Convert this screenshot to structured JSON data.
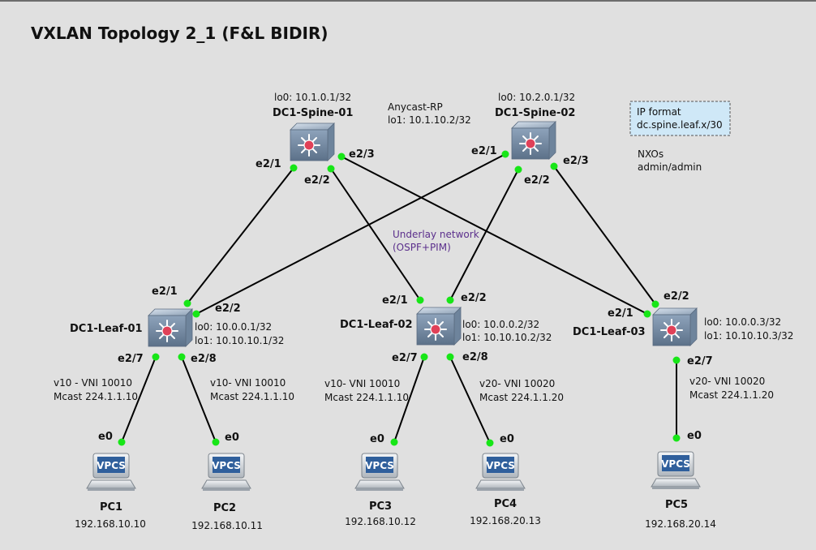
{
  "title": "VXLAN Topology 2_1 (F&L BIDIR)",
  "annotations": {
    "anycast_line1": "Anycast-RP",
    "anycast_line2": "lo1: 10.1.10.2/32",
    "ipformat_line1": "IP format",
    "ipformat_line2": "dc.spine.leaf.x/30",
    "nxos_line1": "NXOs",
    "nxos_line2": "admin/admin",
    "underlay_line1": "Underlay network",
    "underlay_line2": "(OSPF+PIM)"
  },
  "colors": {
    "background": "#e0e0e0",
    "port": "#17e617",
    "underlay": "#5b2f8c",
    "note_bg": "#cfe8f7"
  },
  "spines": [
    {
      "name": "DC1-Spine-01",
      "lo0": "lo0: 10.1.0.1/32",
      "ports": [
        "e2/1",
        "e2/2",
        "e2/3"
      ]
    },
    {
      "name": "DC1-Spine-02",
      "lo0": "lo0: 10.2.0.1/32",
      "ports": [
        "e2/1",
        "e2/2",
        "e2/3"
      ]
    }
  ],
  "leafs": [
    {
      "name": "DC1-Leaf-01",
      "lo0": "lo0: 10.0.0.1/32",
      "lo1": "lo1: 10.10.10.1/32",
      "ports": [
        "e2/1",
        "e2/2",
        "e2/7",
        "e2/8"
      ]
    },
    {
      "name": "DC1-Leaf-02",
      "lo0": "lo0: 10.0.0.2/32",
      "lo1": "lo1: 10.10.10.2/32",
      "ports": [
        "e2/1",
        "e2/2",
        "e2/7",
        "e2/8"
      ]
    },
    {
      "name": "DC1-Leaf-03",
      "lo0": "lo0: 10.0.0.3/32",
      "lo1": "lo1: 10.10.10.3/32",
      "ports": [
        "e2/1",
        "e2/2",
        "e2/7"
      ]
    }
  ],
  "vni_labels": [
    {
      "vni": "v10 - VNI 10010",
      "mcast": "Mcast 224.1.1.10"
    },
    {
      "vni": "v10- VNI 10010",
      "mcast": "Mcast 224.1.1.10"
    },
    {
      "vni": "v10- VNI 10010",
      "mcast": "Mcast 224.1.1.10"
    },
    {
      "vni": "v20- VNI 10020",
      "mcast": "Mcast 224.1.1.20"
    },
    {
      "vni": "v20- VNI 10020",
      "mcast": "Mcast 224.1.1.20"
    }
  ],
  "pcs": [
    {
      "name": "PC1",
      "ip": "192.168.10.10",
      "port": "e0",
      "screen": "VPCS"
    },
    {
      "name": "PC2",
      "ip": "192.168.10.11",
      "port": "e0",
      "screen": "VPCS"
    },
    {
      "name": "PC3",
      "ip": "192.168.10.12",
      "port": "e0",
      "screen": "VPCS"
    },
    {
      "name": "PC4",
      "ip": "192.168.20.13",
      "port": "e0",
      "screen": "VPCS"
    },
    {
      "name": "PC5",
      "ip": "192.168.20.14",
      "port": "e0",
      "screen": "VPCS"
    }
  ]
}
